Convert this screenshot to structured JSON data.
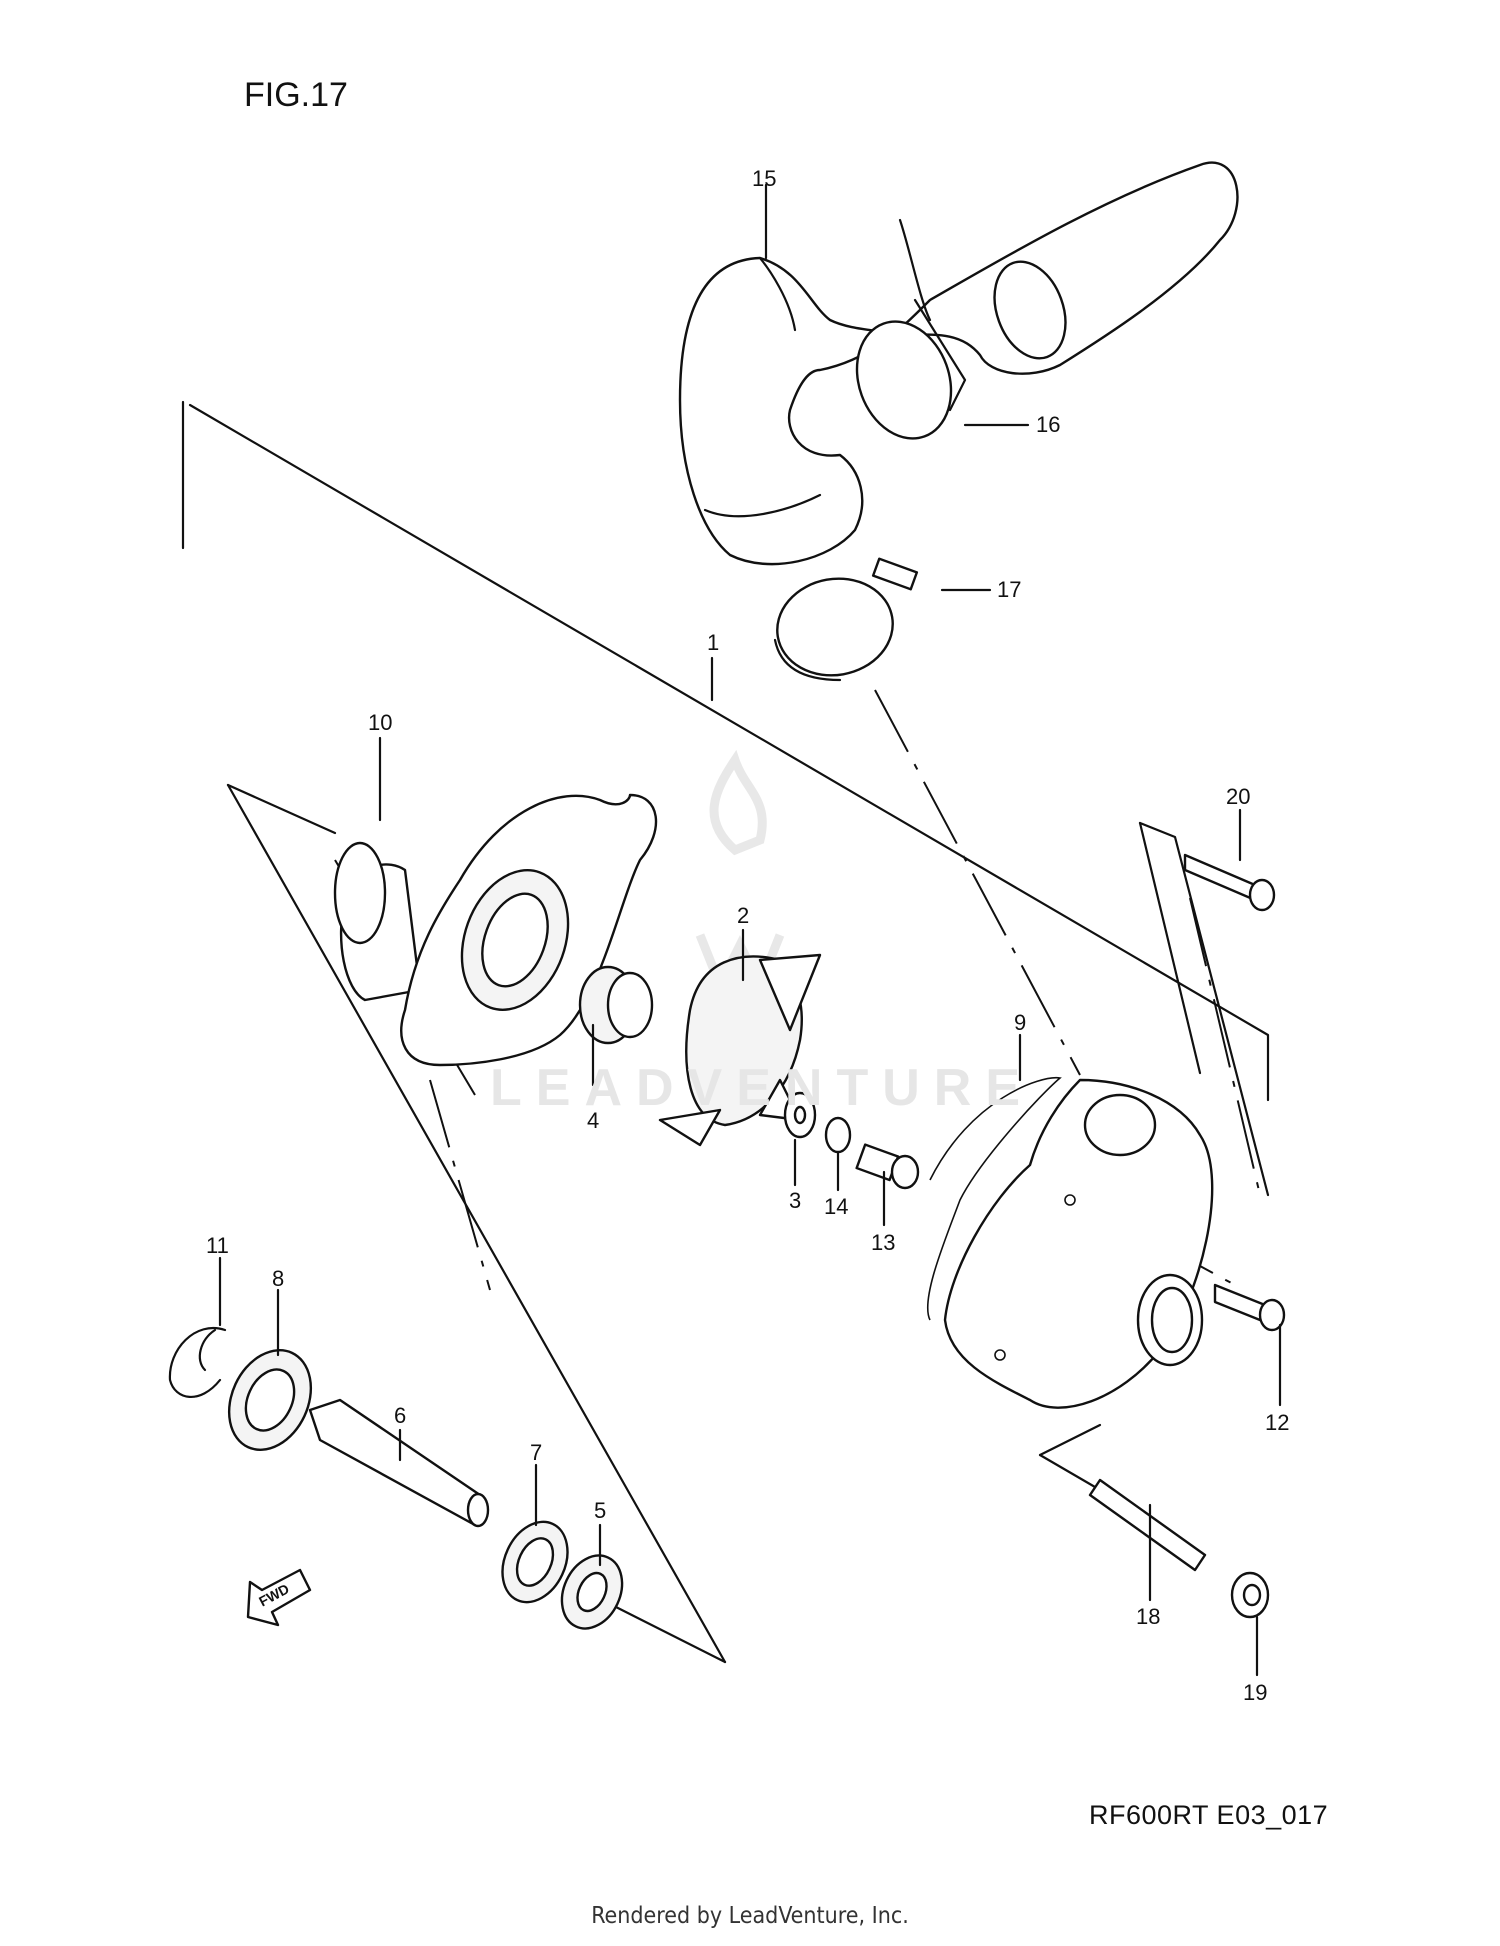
{
  "figure": {
    "title": "FIG.17",
    "drawing_code": "RF600RT E03_017"
  },
  "watermark": {
    "text": "LEADVENTURE"
  },
  "direction_marker": {
    "label": "FWD"
  },
  "callouts": {
    "c1": "1",
    "c2": "2",
    "c3": "3",
    "c4": "4",
    "c5": "5",
    "c6": "6",
    "c7": "7",
    "c8": "8",
    "c9": "9",
    "c10": "10",
    "c11": "11",
    "c12": "12",
    "c13": "13",
    "c14": "14",
    "c15": "15",
    "c16": "16",
    "c17": "17",
    "c18": "18",
    "c19": "19",
    "c20": "20"
  },
  "footer": {
    "text": "Rendered by LeadVenture, Inc."
  }
}
